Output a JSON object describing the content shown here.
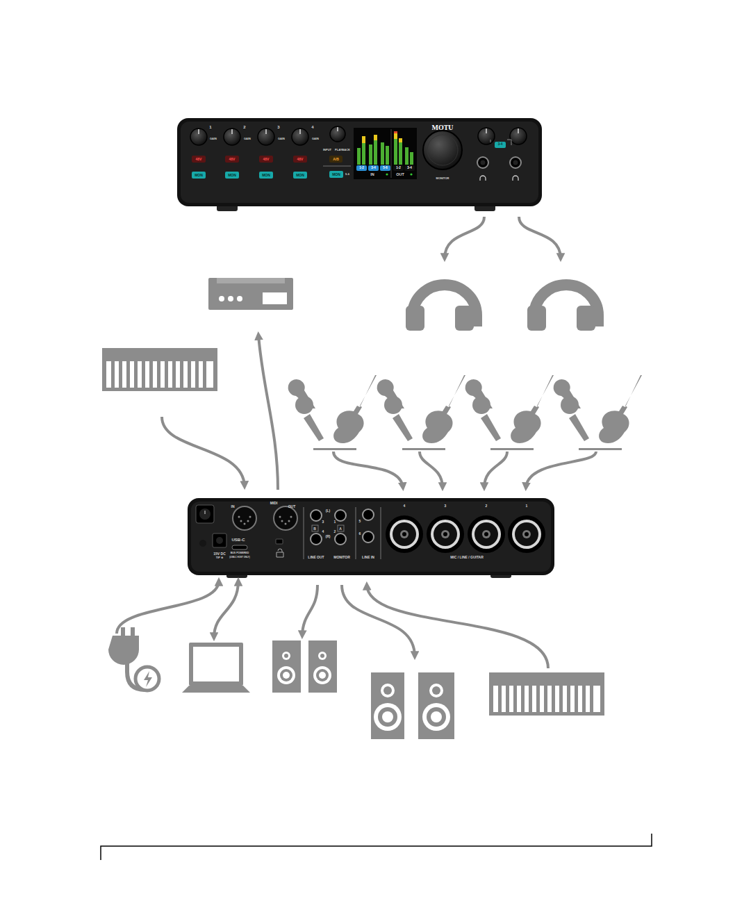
{
  "diagram": {
    "nodes": [
      {
        "text": [
          "1",
          "GAIN",
          "2",
          "GAIN",
          "3",
          "GAIN",
          "4",
          "GAIN",
          "INPUT",
          "PLAYBACK",
          "5-6",
          "IN",
          "OUT",
          "MOTU",
          "MONITOR"
        ]
      },
      {
        "text": [
          "48V"
        ],
        "in": 0
      },
      {
        "text": [
          "48V"
        ],
        "in": 0
      },
      {
        "text": [
          "48V"
        ],
        "in": 0
      },
      {
        "text": [
          "48V"
        ],
        "in": 0
      },
      {
        "text": [
          "MON"
        ],
        "in": 0
      },
      {
        "text": [
          "MON"
        ],
        "in": 0
      },
      {
        "text": [
          "MON"
        ],
        "in": 0
      },
      {
        "text": [
          "MON"
        ],
        "in": 0
      },
      {
        "text": [
          "A/B"
        ],
        "in": 0
      },
      {
        "text": [
          "MON"
        ],
        "in": 0
      },
      {
        "text": [
          "1-2"
        ],
        "in": 0
      },
      {
        "text": [
          "3-4"
        ],
        "in": 0
      },
      {
        "text": [
          "5-6"
        ],
        "in": 0
      },
      {
        "text": [
          "1-2"
        ],
        "in": 0
      },
      {
        "text": [
          "3-4"
        ],
        "in": 0
      },
      {
        "text": [
          "3-4"
        ],
        "in": 0
      },
      {
        "text": [
          "IN",
          "MIDI",
          "OUT",
          "15V DC",
          "TIP ⊕",
          "USB-C",
          "BUS POWERED",
          "(USB-C HOST ONLY)",
          "(L)",
          "3",
          "1",
          "B",
          "A",
          "4",
          "2",
          "(R)",
          "LINE OUT",
          "MONITOR",
          "5",
          "6",
          "LINE IN",
          "4",
          "3",
          "2",
          "1",
          "MIC / LINE / GUITAR"
        ]
      }
    ]
  }
}
